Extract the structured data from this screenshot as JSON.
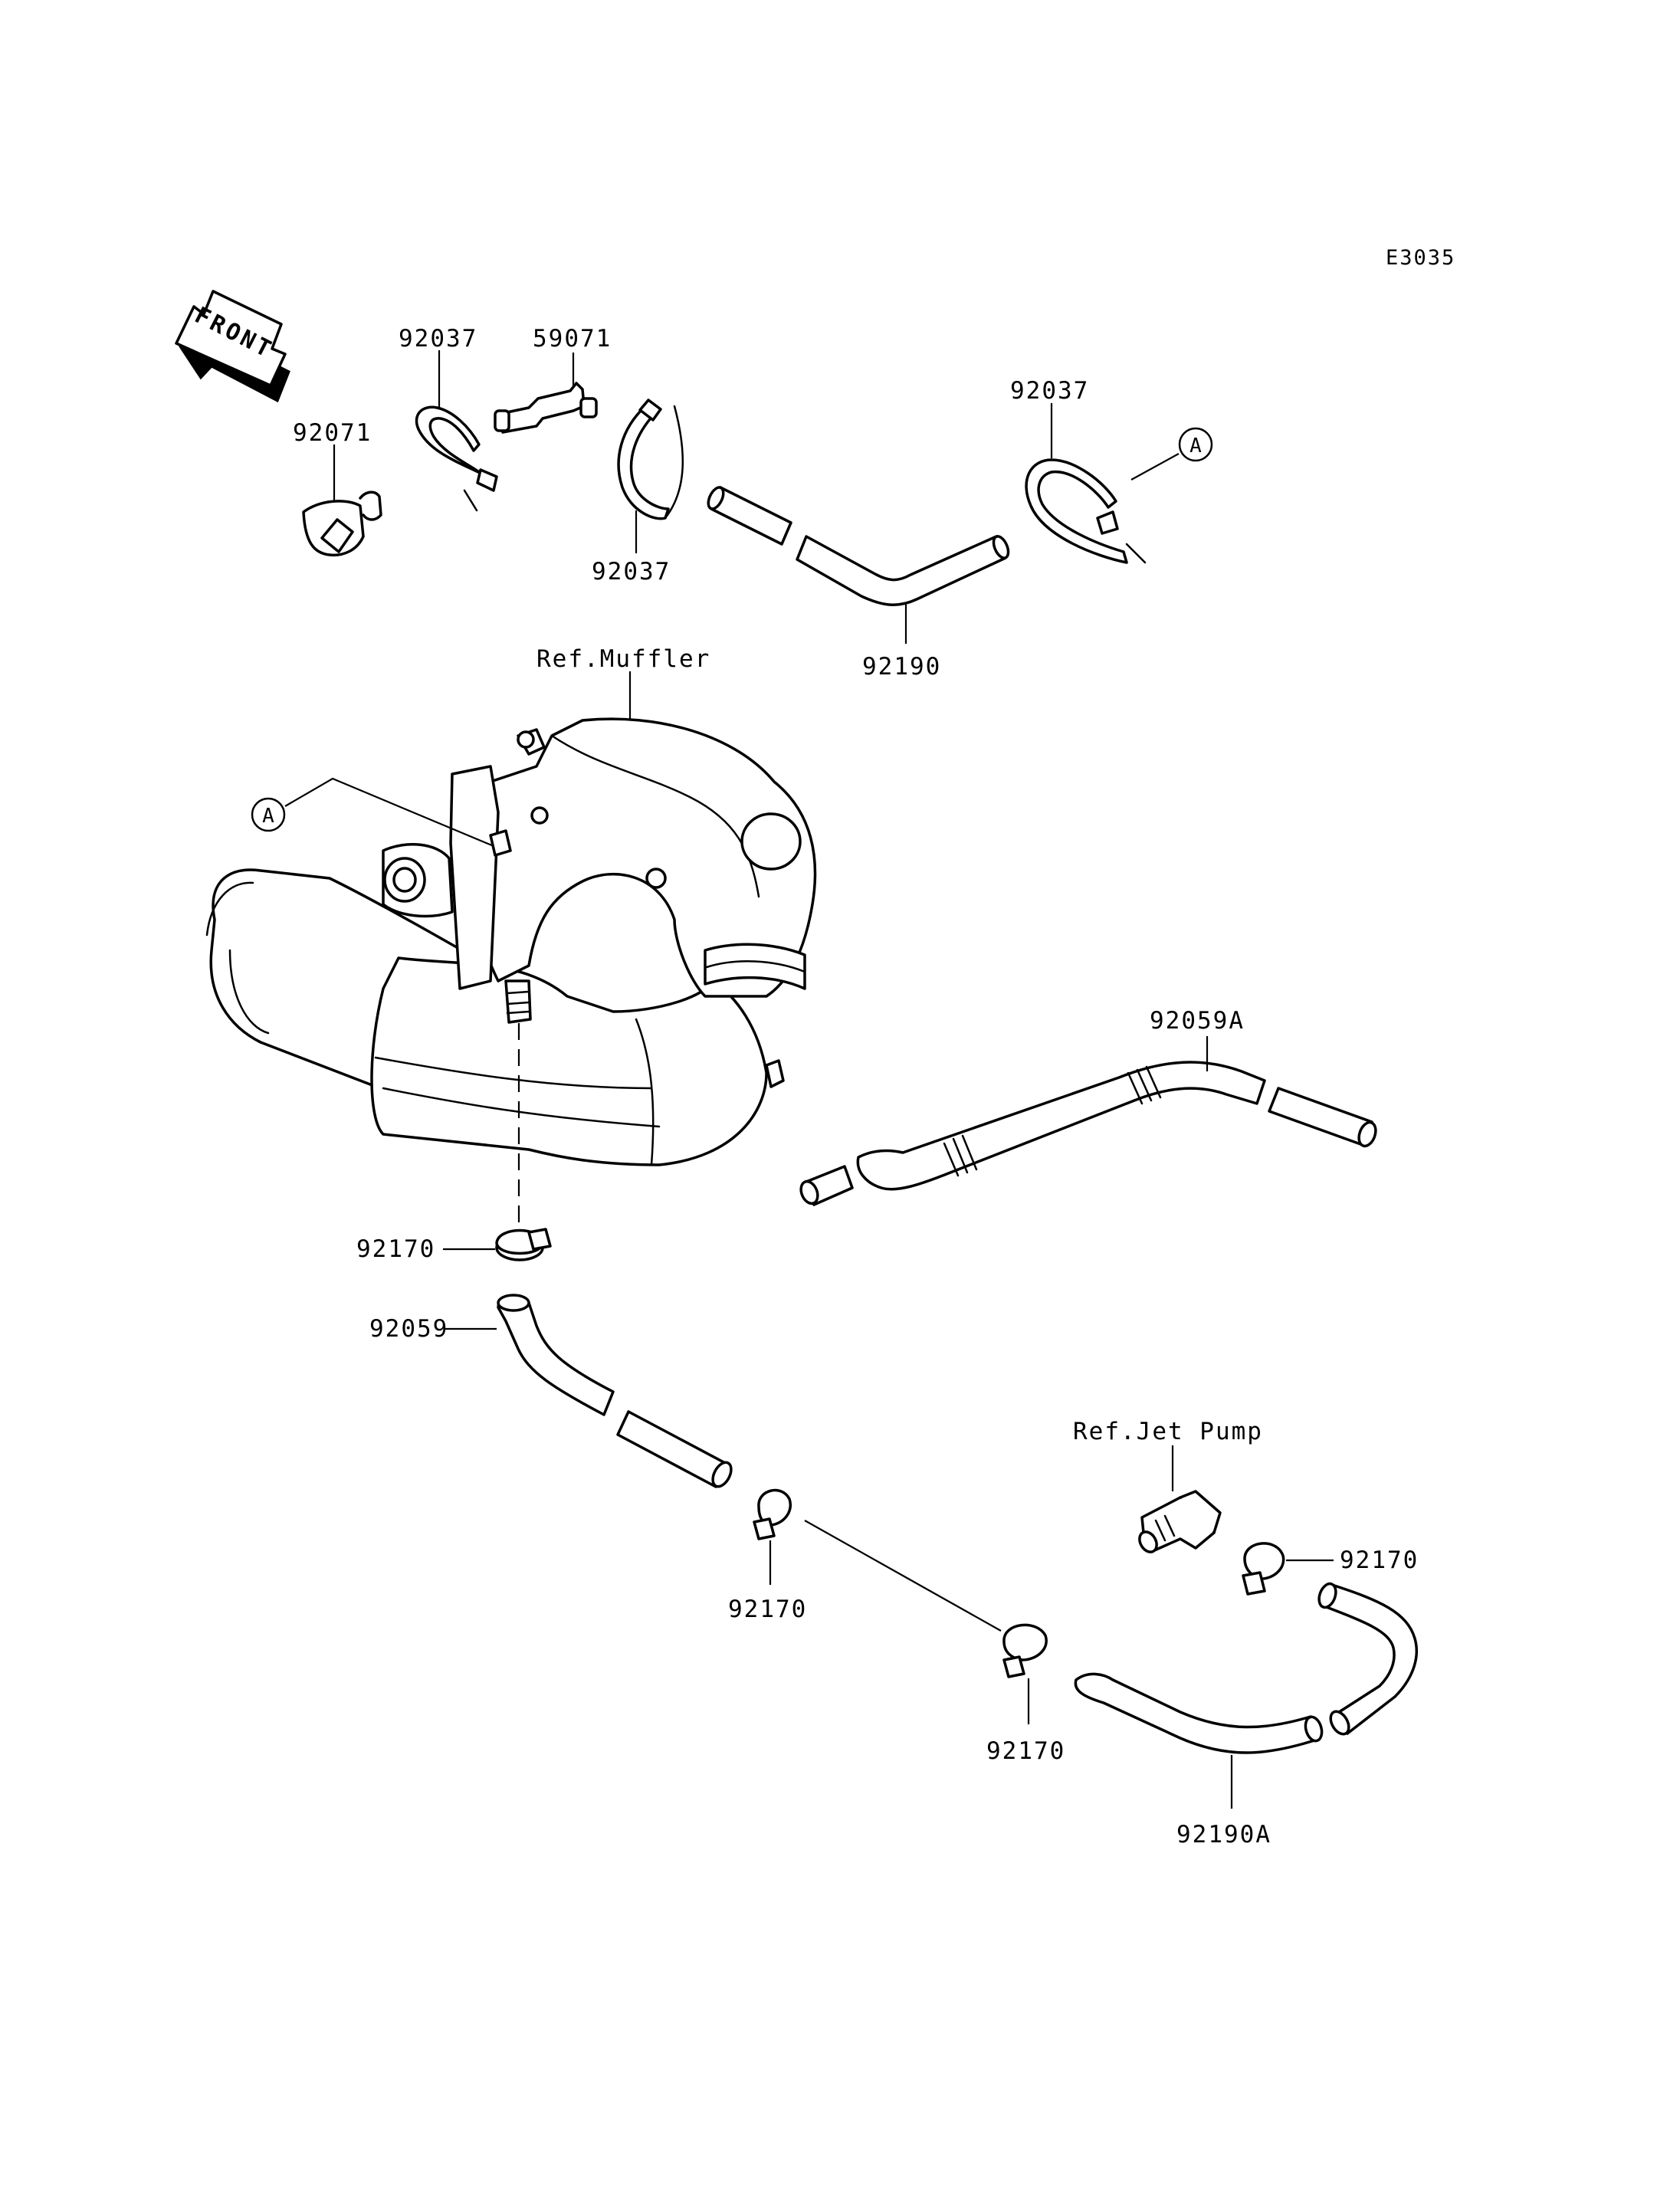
{
  "diagram": {
    "code": "E3035",
    "front_label": "FRONT",
    "reference_marker": "A",
    "references": {
      "muffler": "Ref.Muffler",
      "jet_pump": "Ref.Jet Pump"
    },
    "parts": {
      "clamp_upper_left": "92037",
      "pipe_59071": "59071",
      "plug_92071": "92071",
      "clamp_upper_mid": "92037",
      "clamp_upper_right": "92037",
      "hose_92190": "92190",
      "hose_92059A": "92059A",
      "clamp_92170_a": "92170",
      "hose_92059": "92059",
      "clamp_92170_b": "92170",
      "clamp_92170_c": "92170",
      "clamp_92170_d": "92170",
      "hose_92190A": "92190A"
    }
  }
}
